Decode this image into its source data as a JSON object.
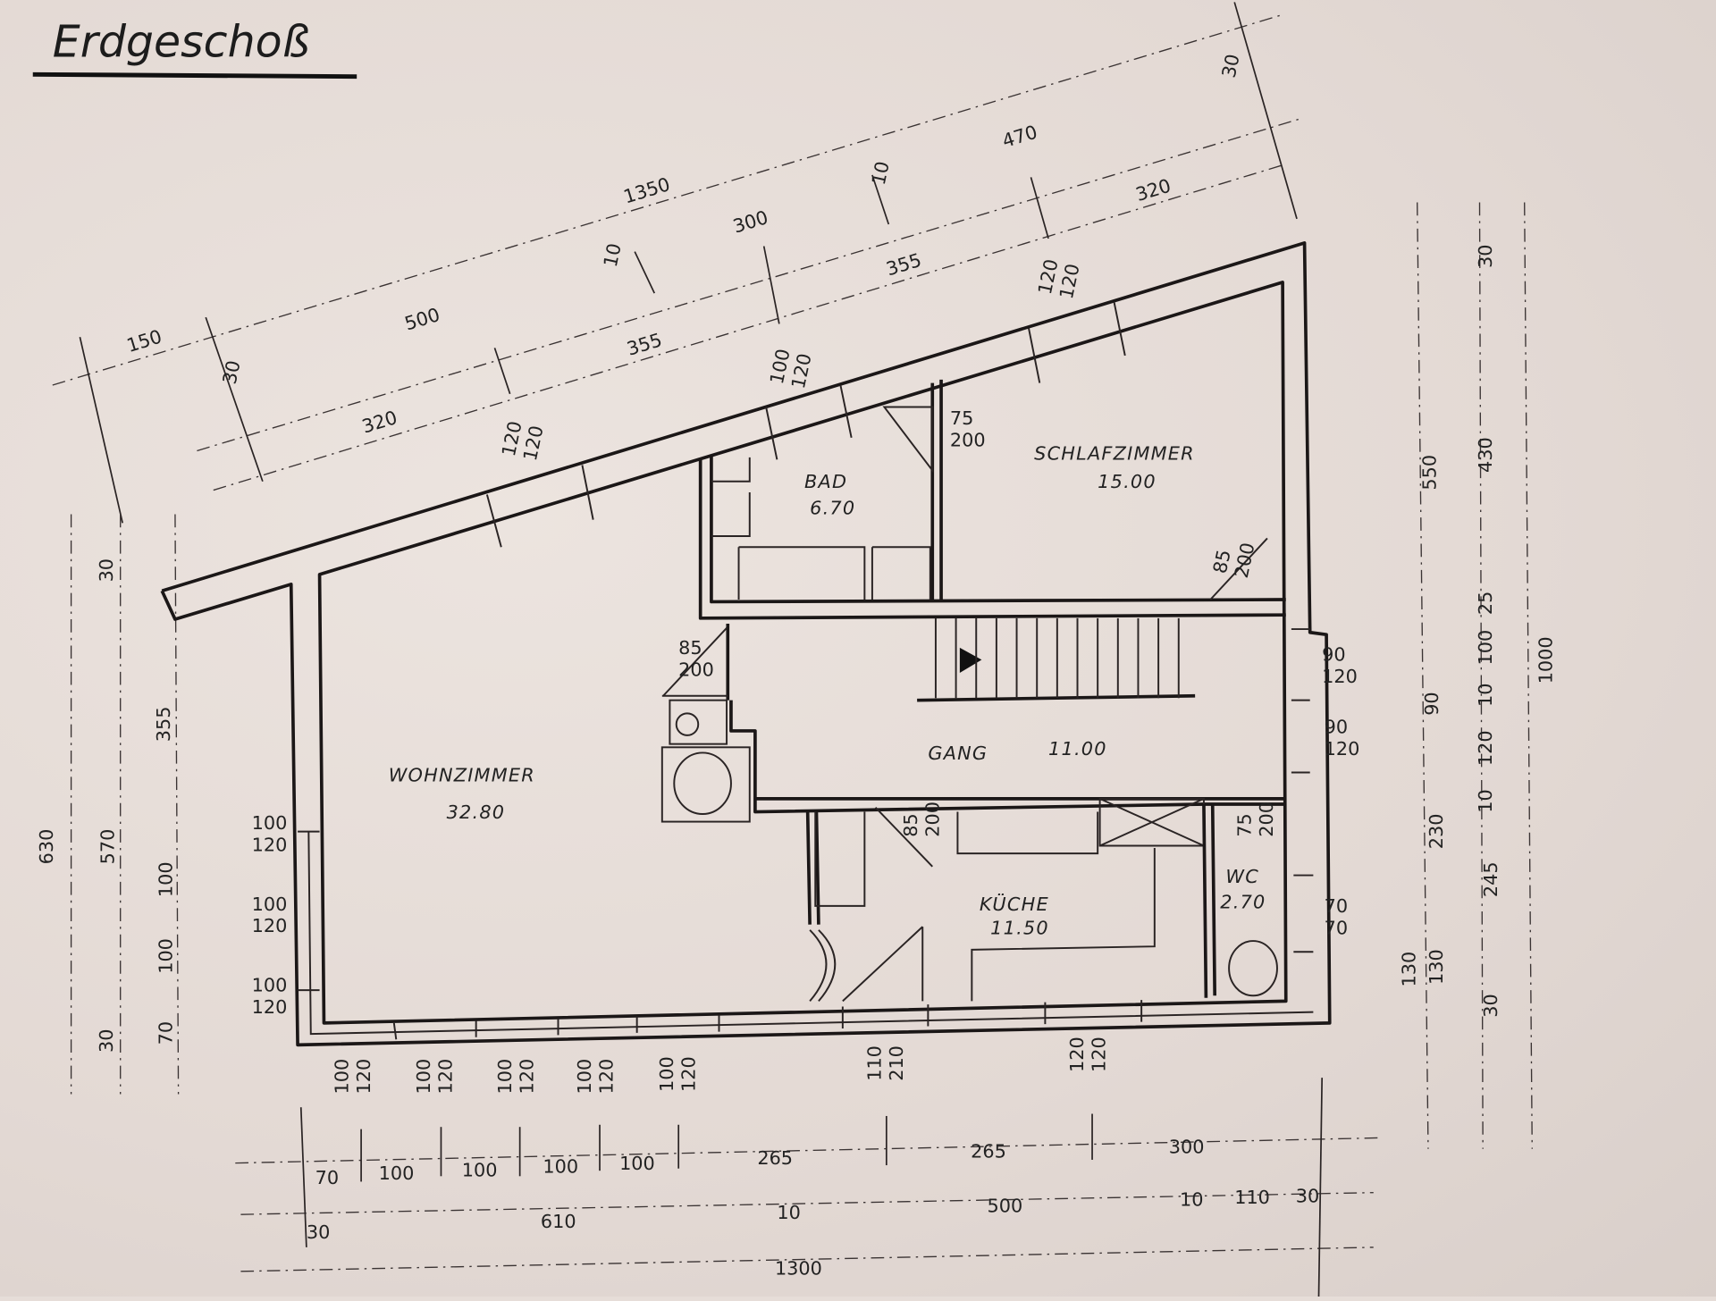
{
  "title": "Erdgeschoß",
  "rooms": [
    {
      "name": "BAD",
      "area": "6.70"
    },
    {
      "name": "SCHLAFZIMMER",
      "area": "15.00"
    },
    {
      "name": "GANG",
      "area": "11.00"
    },
    {
      "name": "WOHNZIMMER",
      "area": "32.80"
    },
    {
      "name": "KÜCHE",
      "area": "11.50"
    },
    {
      "name": "WC",
      "area": "2.70"
    }
  ],
  "openings": [
    {
      "w": "120",
      "h": "120"
    },
    {
      "w": "100",
      "h": "120"
    },
    {
      "w": "120",
      "h": "120"
    },
    {
      "w": "75",
      "h": "200"
    },
    {
      "w": "85",
      "h": "200"
    },
    {
      "w": "85",
      "h": "200"
    },
    {
      "w": "85",
      "h": "200"
    },
    {
      "w": "75",
      "h": "200"
    },
    {
      "w": "90",
      "h": "120"
    },
    {
      "w": "90",
      "h": "120"
    },
    {
      "w": "70",
      "h": "70"
    },
    {
      "w": "100",
      "h": "120"
    },
    {
      "w": "100",
      "h": "120"
    },
    {
      "w": "100",
      "h": "120"
    },
    {
      "w": "100",
      "h": "120"
    },
    {
      "w": "100",
      "h": "120"
    },
    {
      "w": "100",
      "h": "120"
    },
    {
      "w": "100",
      "h": "120"
    },
    {
      "w": "100",
      "h": "120"
    },
    {
      "w": "110",
      "h": "210"
    },
    {
      "w": "120",
      "h": "120"
    }
  ],
  "dimensions": {
    "top": [
      "150",
      "30",
      "500",
      "320",
      "355",
      "10",
      "1350",
      "300",
      "355",
      "10",
      "470",
      "320",
      "30"
    ],
    "left": [
      "30",
      "355",
      "630",
      "570",
      "100",
      "100",
      "30",
      "70"
    ],
    "right": [
      "30",
      "550",
      "430",
      "25",
      "100",
      "1000",
      "90",
      "10",
      "120",
      "10",
      "230",
      "245",
      "130",
      "130",
      "30"
    ],
    "bottom": [
      "70",
      "100",
      "100",
      "100",
      "100",
      "265",
      "265",
      "300",
      "30",
      "610",
      "10",
      "500",
      "10",
      "110",
      "30",
      "1300"
    ]
  }
}
